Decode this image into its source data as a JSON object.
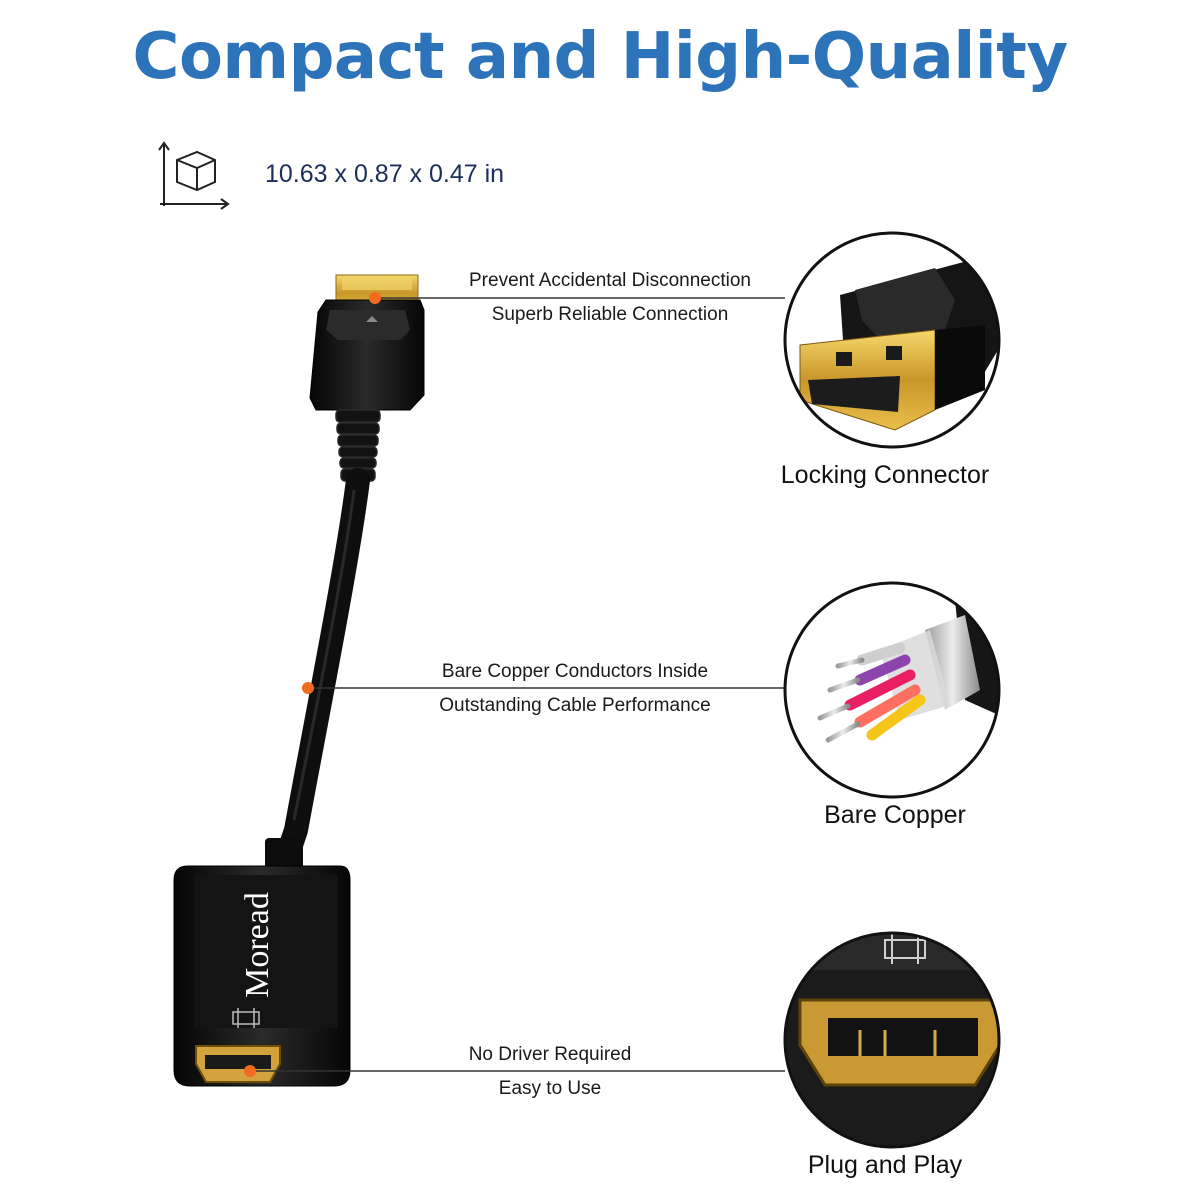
{
  "header": {
    "title": "Compact and High-Quality",
    "dimensions": "10.63 x 0.87 x 0.47 in",
    "dimension_icon": "box-dimensions-icon"
  },
  "product": {
    "brand": "Moread",
    "cable_color": "#111111",
    "accent_color": "#f26b21",
    "title_color": "#2d73b9"
  },
  "features": [
    {
      "line1": "Prevent Accidental Disconnection",
      "line2": "Superb Reliable Connection",
      "caption": "Locking Connector"
    },
    {
      "line1": "Bare Copper Conductors Inside",
      "line2": "Outstanding Cable Performance",
      "caption": "Bare Copper"
    },
    {
      "line1": "No Driver Required",
      "line2": "Easy to Use",
      "caption": "Plug and Play"
    }
  ]
}
